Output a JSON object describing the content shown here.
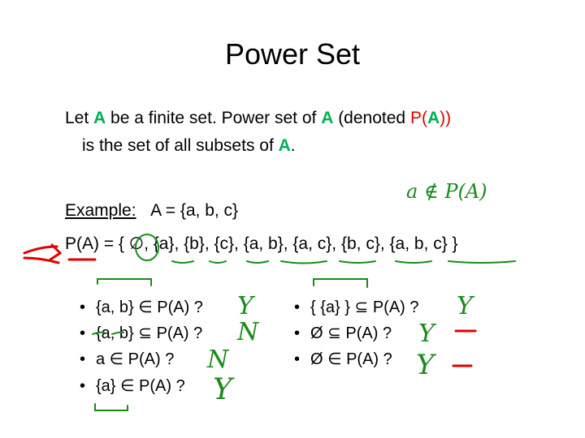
{
  "title": "Power Set",
  "definition": {
    "p1": "Let ",
    "A": "A",
    "p2": " be a finite set. Power set of ",
    "p3": " (denoted ",
    "P_open": "P(",
    "P_close": "))",
    "line2a": "is the set of all subsets of ",
    "period": "."
  },
  "example": {
    "label": "Example:",
    "set": "A = {a, b, c}",
    "powerset": "P(A) = { ∅, {a}, {b}, {c}, {a, b}, {a, c}, {b, c}, {a, b, c} }"
  },
  "questions_left": [
    "{a, b} ∈ P(A) ?",
    "{a, b} ⊆ P(A) ?",
    "a ∈  P(A) ?",
    "{a} ∈ P(A) ?"
  ],
  "questions_right": [
    "{ {a}  } ⊆ P(A) ?",
    "Ø ⊆ P(A) ?",
    "Ø ∈ P(A) ?"
  ],
  "handwriting": {
    "note": "a ∉ P(A)",
    "answers_left": [
      "Y",
      "N",
      "N",
      "Y"
    ],
    "answers_right": [
      "Y",
      "Y",
      "Y"
    ]
  },
  "colors": {
    "accent_green": "#00b050",
    "accent_red": "#e00000",
    "ink_green": "#1a8a1a",
    "ink_red": "#e00000"
  }
}
